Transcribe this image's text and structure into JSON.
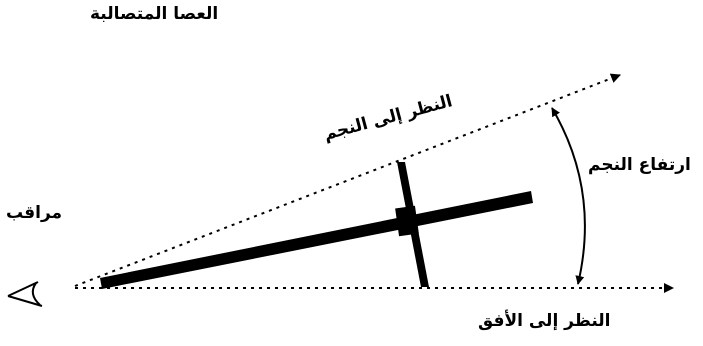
{
  "diagram": {
    "title": "العصا المتصالبة",
    "observer_label": "مراقب",
    "line_of_sight_star": "النظر إلى النجم",
    "line_of_sight_horizon": "النظر إلى الأفق",
    "star_altitude": "ارتفاع النجم"
  },
  "colors": {
    "ink": "#000000",
    "background": "#ffffff"
  }
}
